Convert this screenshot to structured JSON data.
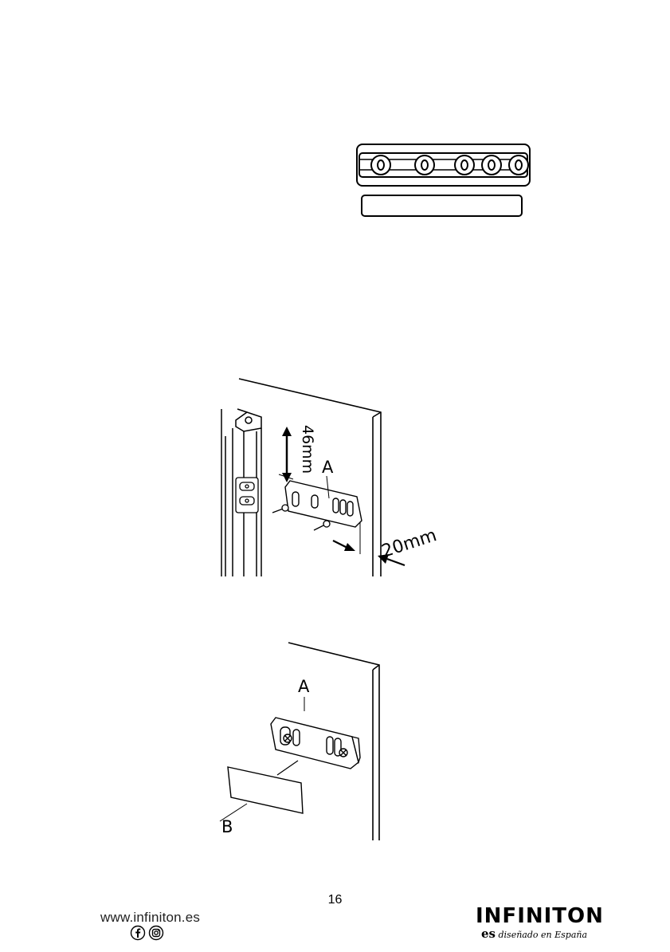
{
  "figures": {
    "bracket_top": {},
    "mounting_detail": {
      "dimension_vertical": "46mm",
      "label_a": "A",
      "dimension_horizontal": "20mm"
    },
    "cover_detail": {
      "label_a": "A",
      "label_b": "B"
    }
  },
  "footer": {
    "page_number": "16",
    "website": "www.infiniton.es",
    "social_icons": [
      "facebook-icon",
      "instagram-icon"
    ],
    "brand": "INFINITON",
    "tagline_prefix": "es",
    "tagline": "diseñado en España"
  }
}
